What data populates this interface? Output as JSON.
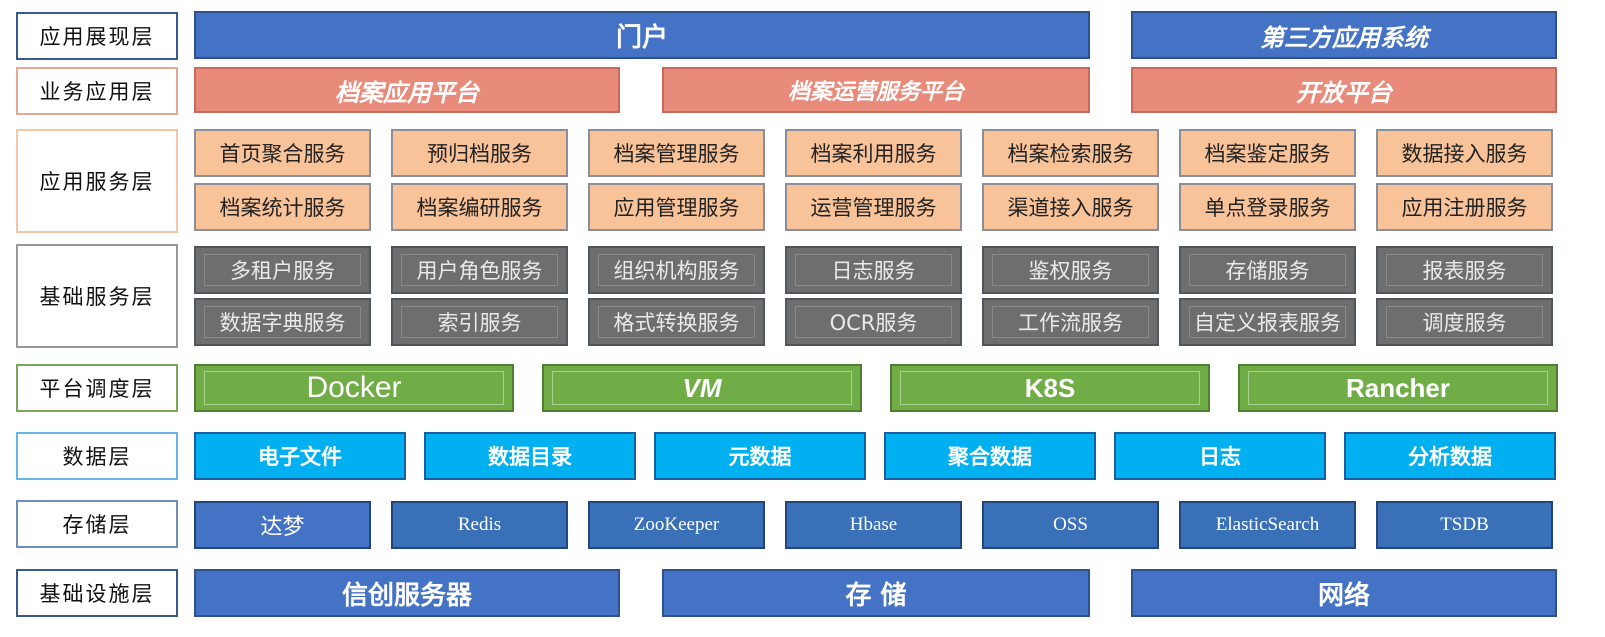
{
  "layers": {
    "presentation": {
      "label": "应用展现层",
      "items": [
        "门户",
        "第三方应用系统"
      ]
    },
    "business": {
      "label": "业务应用层",
      "items": [
        "档案应用平台",
        "档案运营服务平台",
        "开放平台"
      ]
    },
    "app_services": {
      "label": "应用服务层",
      "row1": [
        "首页聚合服务",
        "预归档服务",
        "档案管理服务",
        "档案利用服务",
        "档案检索服务",
        "档案鉴定服务",
        "数据接入服务"
      ],
      "row2": [
        "档案统计服务",
        "档案编研服务",
        "应用管理服务",
        "运营管理服务",
        "渠道接入服务",
        "单点登录服务",
        "应用注册服务"
      ]
    },
    "base_services": {
      "label": "基础服务层",
      "row1": [
        "多租户服务",
        "用户角色服务",
        "组织机构服务",
        "日志服务",
        "鉴权服务",
        "存储服务",
        "报表服务"
      ],
      "row2": [
        "数据字典服务",
        "索引服务",
        "格式转换服务",
        "OCR服务",
        "工作流服务",
        "自定义报表服务",
        "调度服务"
      ]
    },
    "platform": {
      "label": "平台调度层",
      "items": [
        "Docker",
        "VM",
        "K8S",
        "Rancher"
      ]
    },
    "data": {
      "label": "数据层",
      "items": [
        "电子文件",
        "数据目录",
        "元数据",
        "聚合数据",
        "日志",
        "分析数据"
      ]
    },
    "storage": {
      "label": "存储层",
      "items": [
        "达梦",
        "Redis",
        "ZooKeeper",
        "Hbase",
        "OSS",
        "ElasticSearch",
        "TSDB"
      ]
    },
    "infrastructure": {
      "label": "基础设施层",
      "items": [
        "信创服务器",
        "存 储",
        "网络"
      ]
    }
  },
  "colors": {
    "blue": "#4472c4",
    "salmon": "#e98b7b",
    "orange": "#f9c39a",
    "gray": "#6e6e6e",
    "green": "#70ad47",
    "cyan": "#00b0f0"
  }
}
